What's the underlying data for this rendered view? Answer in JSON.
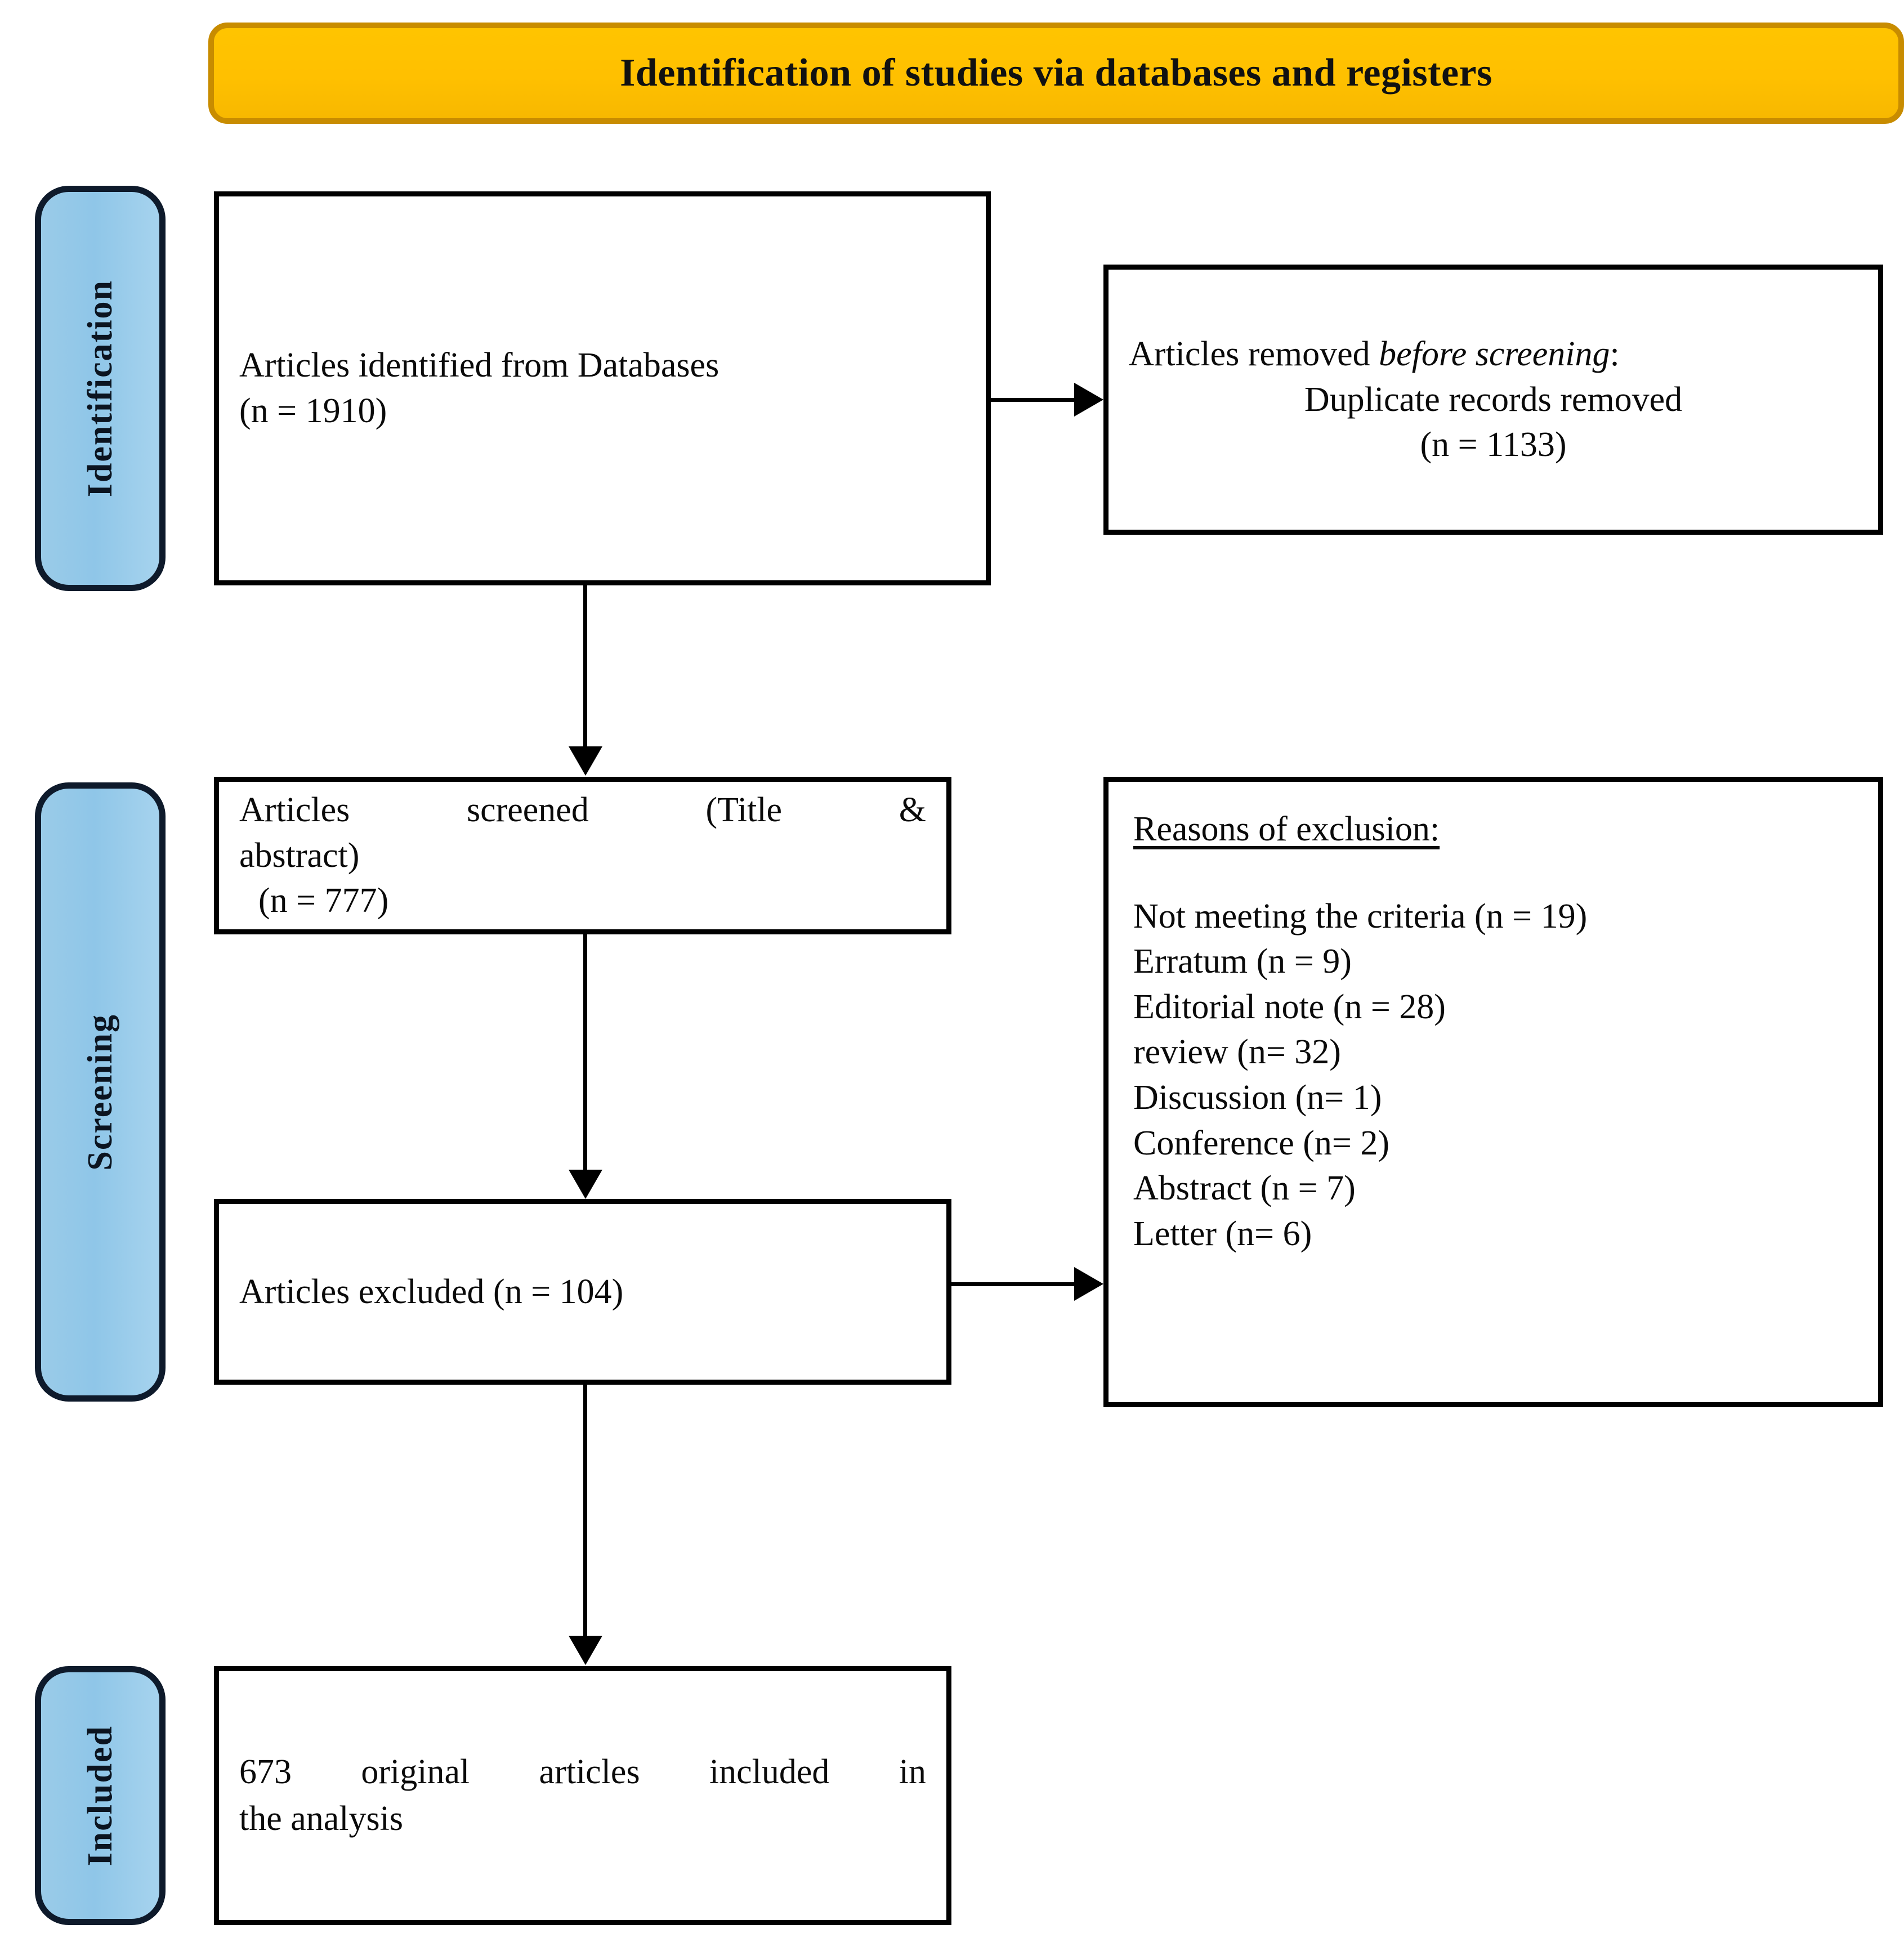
{
  "header": {
    "title": "Identification of studies via databases and registers",
    "bg_color": "#FFC400",
    "border_color": "#C88C00"
  },
  "stages": {
    "identification": "Identification",
    "screening": "Screening",
    "included": "Included",
    "bg_color": "#8FC6E8",
    "border_color": "#0E1A2B"
  },
  "boxes": {
    "identified": {
      "line1": "Articles identified from Databases",
      "line2": "(n = 1910)"
    },
    "removed": {
      "line1_a": "Articles removed ",
      "line1_b": "before screening",
      "line1_c": ":",
      "line2": "Duplicate records removed",
      "line3": "(n = 1133)"
    },
    "screened": {
      "line1": "Articles screened (Title &",
      "line2": "abstract)",
      "line3": "(n = 777)"
    },
    "excluded": {
      "line1": "Articles excluded (n = 104)"
    },
    "reasons": {
      "heading": "Reasons of exclusion:",
      "items": [
        "Not meeting the criteria (n = 19)",
        "Erratum (n = 9)",
        "Editorial note (n = 28)",
        "review (n= 32)",
        "Discussion (n= 1)",
        "Conference (n= 2)",
        "Abstract (n = 7)",
        "Letter (n= 6)"
      ]
    },
    "included": {
      "line1": "673 original articles included in",
      "line2": "the analysis"
    }
  },
  "connectors": {
    "identified_to_removed": "arrow-right",
    "identified_to_screened": "arrow-down",
    "screened_to_excluded": "arrow-down",
    "excluded_to_reasons": "arrow-right",
    "excluded_to_included": "arrow-down"
  },
  "chart_data": {
    "type": "diagram",
    "title": "Identification of studies via databases and registers",
    "nodes": [
      {
        "id": "identified",
        "stage": "Identification",
        "label": "Articles identified from Databases",
        "n": 1910
      },
      {
        "id": "removed",
        "stage": "Identification",
        "label": "Articles removed before screening: Duplicate records removed",
        "n": 1133
      },
      {
        "id": "screened",
        "stage": "Screening",
        "label": "Articles screened (Title & abstract)",
        "n": 777
      },
      {
        "id": "excluded",
        "stage": "Screening",
        "label": "Articles excluded",
        "n": 104
      },
      {
        "id": "reasons",
        "stage": "Screening",
        "label": "Reasons of exclusion",
        "n": null
      },
      {
        "id": "included",
        "stage": "Included",
        "label": "673 original articles included in the analysis",
        "n": 673
      }
    ],
    "exclusion_reasons": [
      {
        "reason": "Not meeting the criteria",
        "n": 19
      },
      {
        "reason": "Erratum",
        "n": 9
      },
      {
        "reason": "Editorial note",
        "n": 28
      },
      {
        "reason": "review",
        "n": 32
      },
      {
        "reason": "Discussion",
        "n": 1
      },
      {
        "reason": "Conference",
        "n": 2
      },
      {
        "reason": "Abstract",
        "n": 7
      },
      {
        "reason": "Letter",
        "n": 6
      }
    ],
    "edges": [
      {
        "from": "identified",
        "to": "removed",
        "direction": "right"
      },
      {
        "from": "identified",
        "to": "screened",
        "direction": "down"
      },
      {
        "from": "screened",
        "to": "excluded",
        "direction": "down"
      },
      {
        "from": "excluded",
        "to": "reasons",
        "direction": "right"
      },
      {
        "from": "excluded",
        "to": "included",
        "direction": "down"
      }
    ]
  }
}
